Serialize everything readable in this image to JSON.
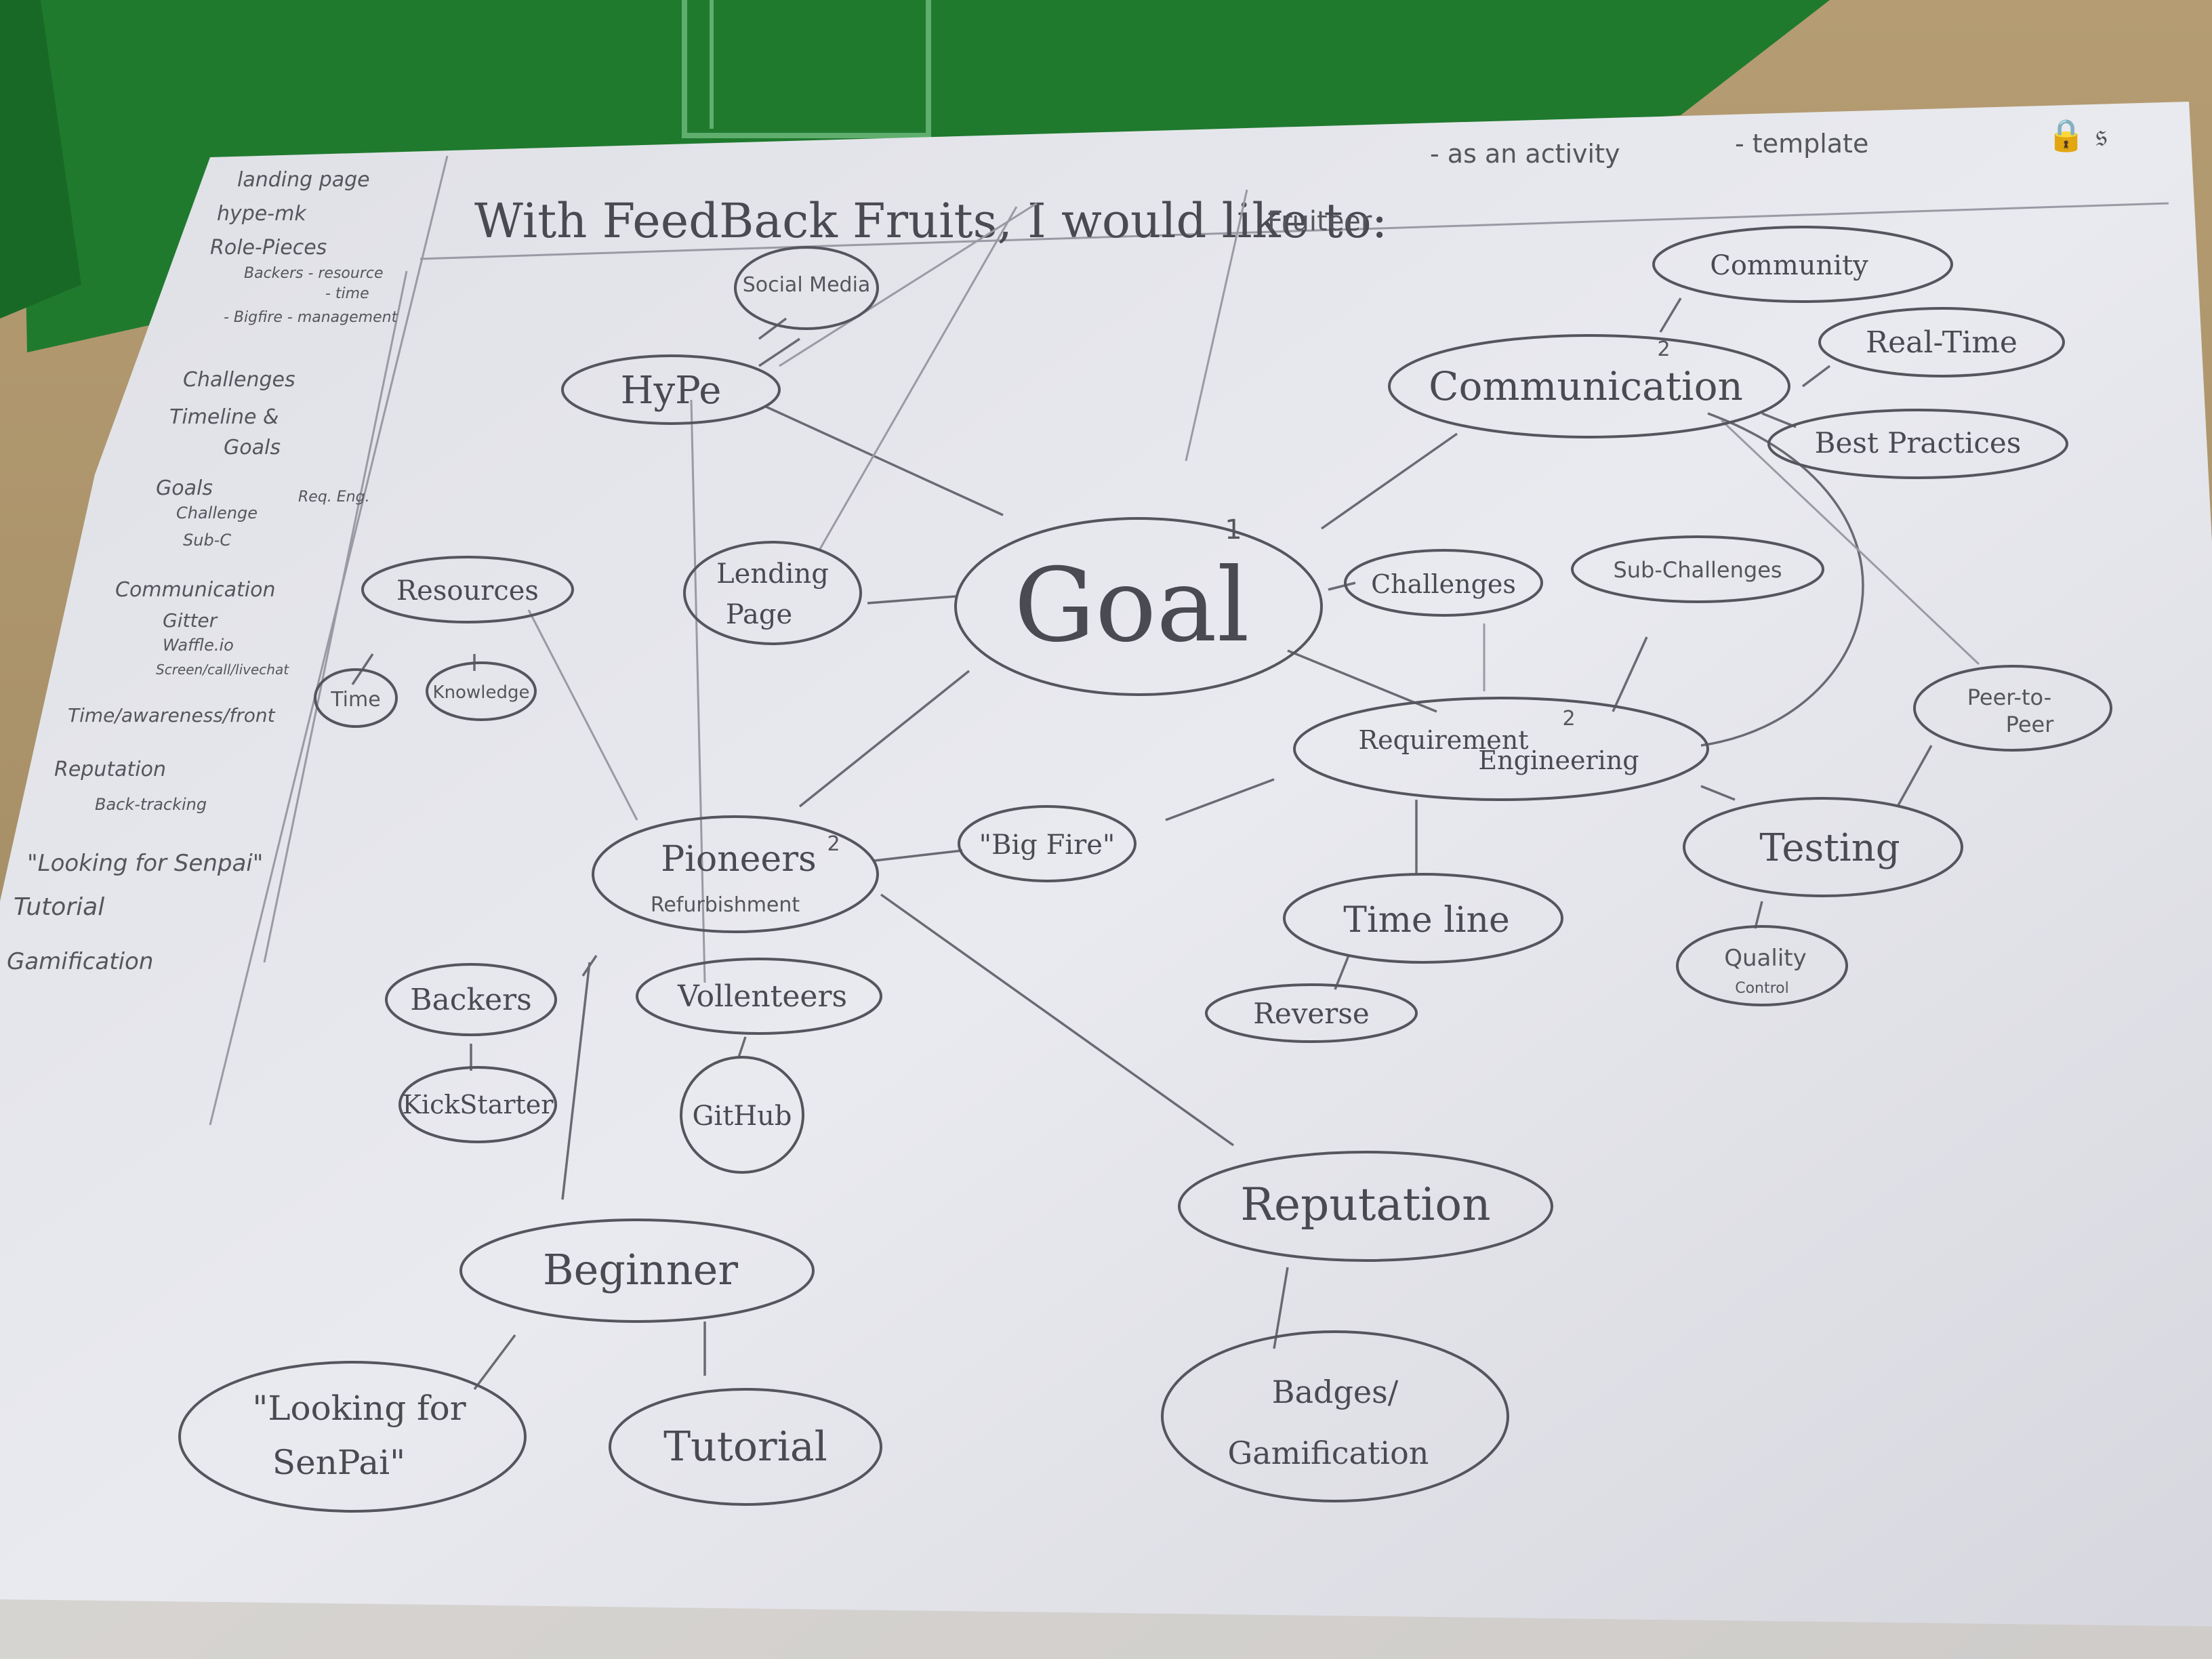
{
  "header": {
    "prompt": "With FeedBack Fruits, I would like to:",
    "option_activity": "- as an activity",
    "option_template": "- template",
    "fruiteer": "Fruiteer",
    "corner_marks": "🔒 𝔰"
  },
  "checklist": [
    "landing page",
    "hype-mk",
    "Role-Pieces",
    "Backers - resource",
    "- time",
    "- Bigfire - management",
    "Challenges",
    "Timeline &",
    "Goals",
    "Goals",
    "Challenge",
    "Sub-C",
    "Req. Eng.",
    "Communication",
    "Gitter",
    "Waffle.io",
    "Screen/call/livechat",
    "Time/awareness/front",
    "Reputation",
    "Back-tracking",
    "\"Looking for Senpai\"",
    "Tutorial",
    "Gamification"
  ],
  "nodes": {
    "goal": "Goal",
    "goal_num": "1",
    "social_media": "Social Media",
    "hype": "HyPe",
    "lending_page_1": "Lending",
    "lending_page_2": "Page",
    "resources": "Resources",
    "time": "Time",
    "knowledge": "Knowledge",
    "pioneers": "Pioneers",
    "pioneers_sub": "Refurbishment",
    "pioneers_num": "2",
    "big_fire": "\"Big Fire\"",
    "backers": "Backers",
    "kickstarter": "KickStarter",
    "volunteers": "Vollenteers",
    "github": "GitHub",
    "beginner": "Beginner",
    "senpai_1": "\"Looking for",
    "senpai_2": "SenPai\"",
    "tutorial": "Tutorial",
    "reputation": "Reputation",
    "badges_1": "Badges/",
    "badges_2": "Gamification",
    "community": "Community",
    "communication": "Communication",
    "communication_num": "2",
    "real_time": "Real-Time",
    "best_practices": "Best Practices",
    "challenges": "Challenges",
    "sub_challenges": "Sub-Challenges",
    "req_eng_1": "Requirement",
    "req_eng_2": "Engineering",
    "req_eng_num": "2",
    "timeline": "Time line",
    "reverse": "Reverse",
    "testing": "Testing",
    "peer_1": "Peer-to-",
    "peer_2": "Peer",
    "quality_1": "Quality",
    "quality_2": "Control"
  },
  "colors": {
    "table": "#a8916a",
    "folder": "#1f7a2e",
    "paper": "#e6e7ec",
    "ink": "#4a4a52"
  }
}
